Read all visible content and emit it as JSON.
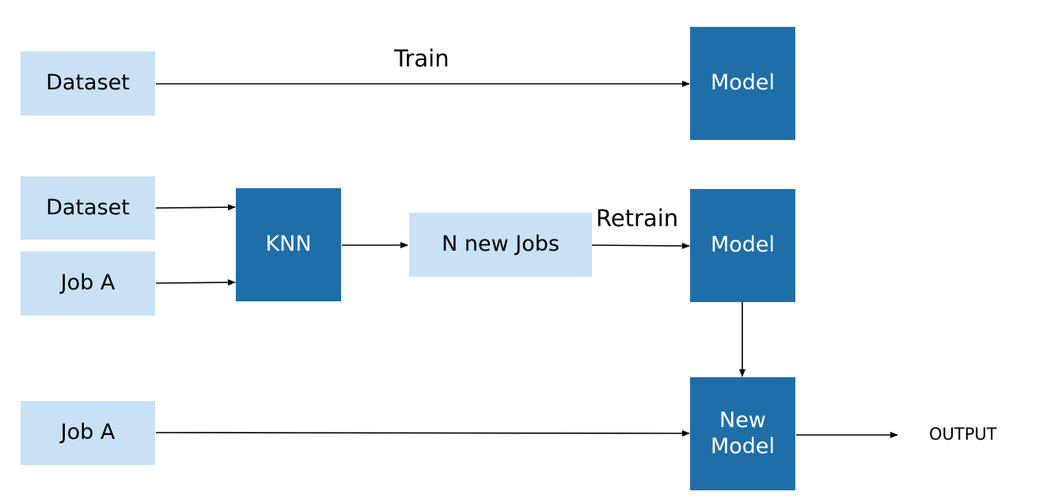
{
  "nodes": {
    "dataset_1": "Dataset",
    "model_1": "Model",
    "dataset_2": "Dataset",
    "job_a_1": "Job A",
    "knn": "KNN",
    "n_new_jobs": "N new Jobs",
    "model_2": "Model",
    "job_a_2": "Job A",
    "new_model_line1": "New",
    "new_model_line2": "Model"
  },
  "edges": {
    "train": "Train",
    "retrain": "Retrain"
  },
  "output": "OUTPUT",
  "colors": {
    "light_box": "#c9e1f4",
    "dark_box": "#1f6ea8",
    "arrow": "#000000"
  }
}
